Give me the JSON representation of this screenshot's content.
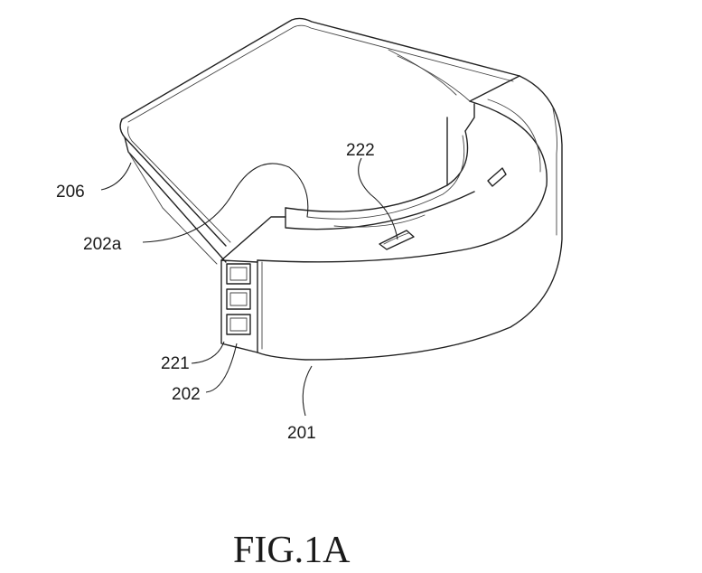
{
  "figure_label": "FIG.1A",
  "references": {
    "r206": "206",
    "r202a": "202a",
    "r222": "222",
    "r221": "221",
    "r202": "202",
    "r201": "201"
  }
}
